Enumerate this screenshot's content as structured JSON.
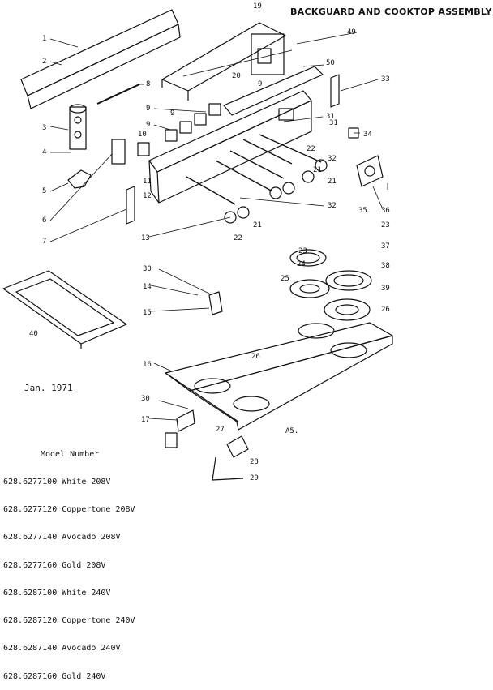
{
  "title": "BACKGUARD AND COOKTOP ASSEMBLY",
  "date": "Jan. 1971",
  "models_header": "Model Number",
  "models": [
    "628.6277100 White 208V",
    "628.6277120 Coppertone 208V",
    "628.6277140 Avocado 208V",
    "628.6277160 Gold 208V",
    "628.6287100 White 240V",
    "628.6287120 Coppertone 240V",
    "628.6287140 Avocado 240V",
    "628.6287160 Gold 240V"
  ],
  "section_code": "A5.",
  "callouts": [
    "1",
    "2",
    "3",
    "4",
    "5",
    "6",
    "7",
    "8",
    "9",
    "9",
    "9",
    "9",
    "10",
    "11",
    "12",
    "13",
    "14",
    "15",
    "16",
    "17",
    "19",
    "20",
    "21",
    "21",
    "21",
    "22",
    "22",
    "23",
    "23",
    "24",
    "25",
    "26",
    "26",
    "27",
    "28",
    "29",
    "30",
    "30",
    "31",
    "32",
    "32",
    "33",
    "34",
    "35",
    "36",
    "37",
    "38",
    "39",
    "40",
    "49",
    "50",
    "31"
  ]
}
